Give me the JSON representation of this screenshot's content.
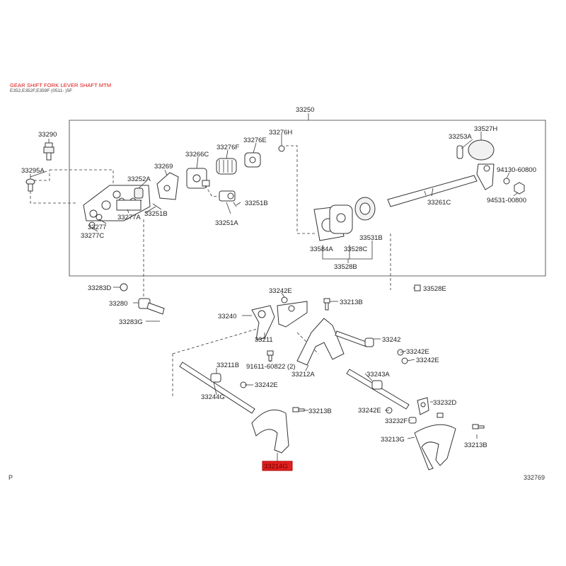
{
  "header": {
    "title": "GEAR SHIFT FORK LEVER SHAFT MTM",
    "subtitle": "E352,E352F,E359F (0511- )5F"
  },
  "page": {
    "left_mark": "P",
    "drawing_number": "332769"
  },
  "colors": {
    "title": "#dd1111",
    "highlight_fill": "#e02020",
    "highlight_border": "#b00000",
    "line": "#333333"
  },
  "parts": {
    "p33250": "33250",
    "p33290": "33290",
    "p33295A": "33295A",
    "p33252A": "33252A",
    "p33269": "33269",
    "p33266C": "33266C",
    "p33276F": "33276F",
    "p33276E": "33276E",
    "p33276H": "33276H",
    "p33253A": "33253A",
    "p33527H": "33527H",
    "p94130": "94130-60800",
    "p94531": "94531-00800",
    "p33261C": "33261C",
    "p33277A": "33277A",
    "p33251B": "33251B",
    "p33251B_2": "33251B",
    "p33277": "33277",
    "p33277C": "33277C",
    "p33251A": "33251A",
    "p33584A": "33584A",
    "p33528C": "33528C",
    "p33531B": "33531B",
    "p33528B": "33528B",
    "p33283D": "33283D",
    "p33280": "33280",
    "p33283G": "33283G",
    "p33242E_a": "33242E",
    "p33213B_a": "33213B",
    "p33240": "33240",
    "p33211": "33211",
    "p33242": "33242",
    "p33242E_b": "33242E",
    "p33242E_c": "33242E",
    "p33211B": "33211B",
    "p91611": "91611-60822 (2)",
    "p33212A": "33212A",
    "p33243A": "33243A",
    "p33242E_d": "33242E",
    "p33244G": "33244G",
    "p33213B_b": "33213B",
    "p33242E_e": "33242E",
    "p33232D": "33232D",
    "p33232F": "33232F",
    "p33213G": "33213G",
    "p33213B_c": "33213B",
    "p33214G": "33214G",
    "p33528E": "33528E"
  }
}
